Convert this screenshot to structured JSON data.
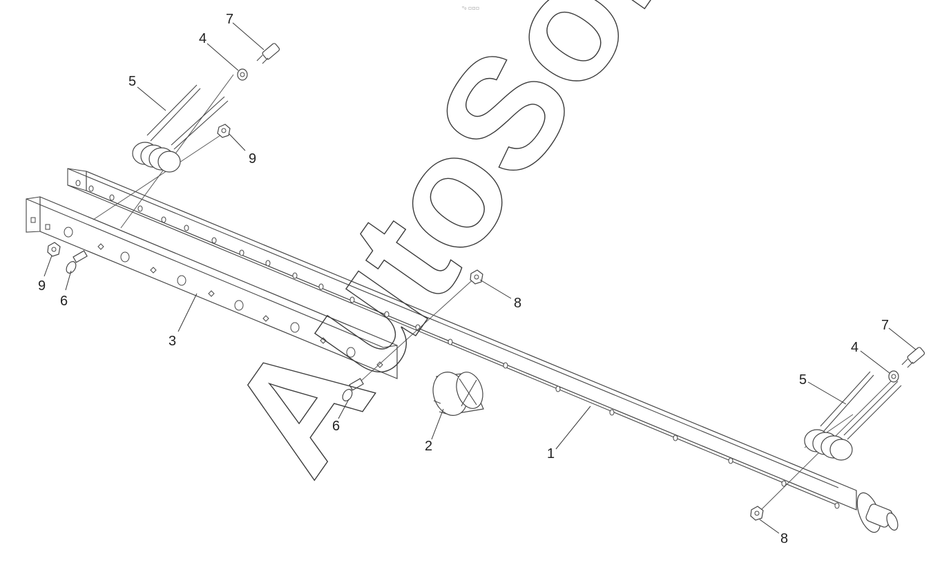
{
  "header": {
    "mark": "ᵒ₀ ▫▫▫"
  },
  "watermark": {
    "text": "AutoSoft"
  },
  "callouts": [
    {
      "id": "7-top",
      "text": "7"
    },
    {
      "id": "4-top",
      "text": "4"
    },
    {
      "id": "5-top",
      "text": "5"
    },
    {
      "id": "9-top",
      "text": "9"
    },
    {
      "id": "9-left",
      "text": "9"
    },
    {
      "id": "6-left",
      "text": "6"
    },
    {
      "id": "3",
      "text": "3"
    },
    {
      "id": "8-mid",
      "text": "8"
    },
    {
      "id": "6-mid",
      "text": "6"
    },
    {
      "id": "2",
      "text": "2"
    },
    {
      "id": "1",
      "text": "1"
    },
    {
      "id": "7-right",
      "text": "7"
    },
    {
      "id": "4-right",
      "text": "4"
    },
    {
      "id": "5-right",
      "text": "5"
    },
    {
      "id": "8-right",
      "text": "8"
    }
  ]
}
